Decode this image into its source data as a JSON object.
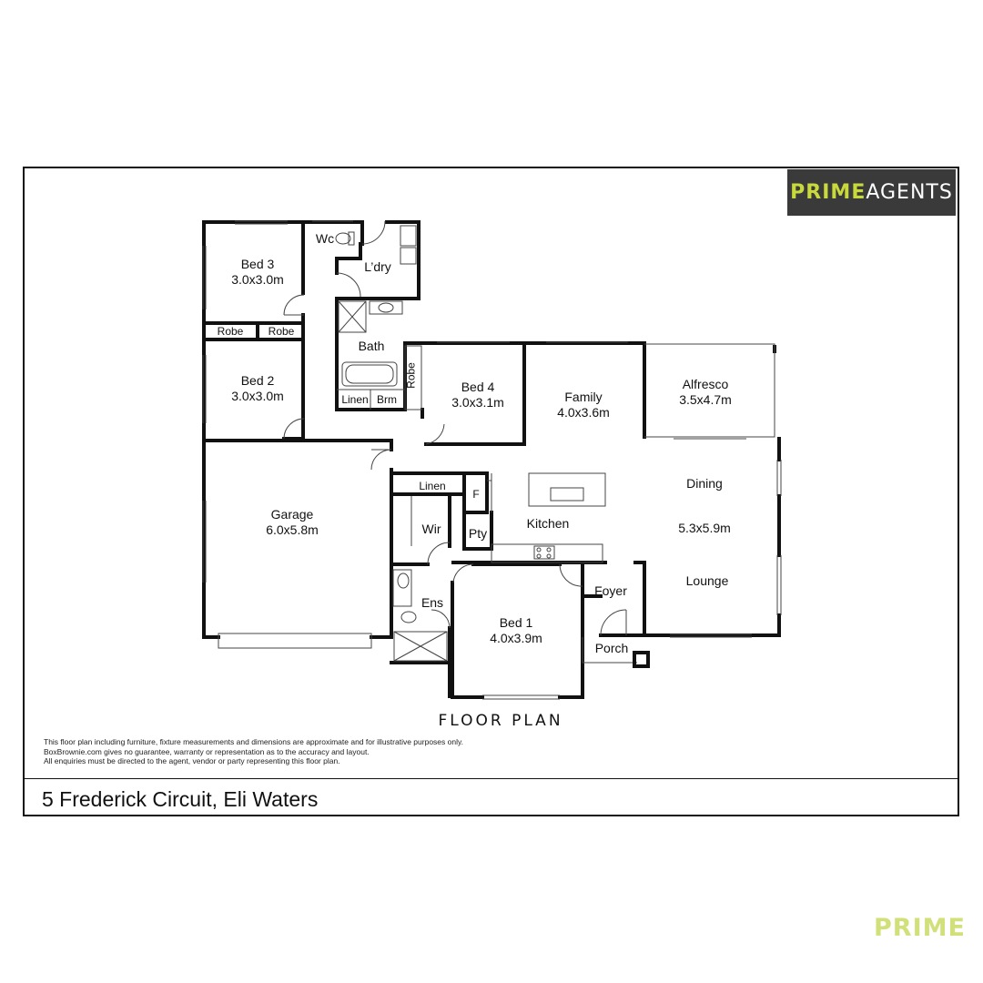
{
  "logo": {
    "bold": "PRIME",
    "light": "AGENTS"
  },
  "rooms": {
    "bed3": {
      "name": "Bed 3",
      "size": "3.0x3.0m"
    },
    "wc": {
      "name": "Wc"
    },
    "ldry": {
      "name": "L’dry"
    },
    "robe_a": {
      "name": "Robe"
    },
    "robe_b": {
      "name": "Robe"
    },
    "bath": {
      "name": "Bath"
    },
    "bed2": {
      "name": "Bed 2",
      "size": "3.0x3.0m"
    },
    "linen_bath": {
      "name": "Linen"
    },
    "brm": {
      "name": "Brm"
    },
    "robe_bed4": {
      "name": "Robe"
    },
    "bed4": {
      "name": "Bed 4",
      "size": "3.0x3.1m"
    },
    "family": {
      "name": "Family",
      "size": "4.0x3.6m"
    },
    "alfresco": {
      "name": "Alfresco",
      "size": "3.5x4.7m"
    },
    "garage": {
      "name": "Garage",
      "size": "6.0x5.8m"
    },
    "linen_hall": {
      "name": "Linen"
    },
    "fridge": {
      "name": "F"
    },
    "wir": {
      "name": "Wir"
    },
    "pty": {
      "name": "Pty"
    },
    "kitchen": {
      "name": "Kitchen"
    },
    "dining": {
      "name": "Dining",
      "size": "5.3x5.9m"
    },
    "lounge": {
      "name": "Lounge"
    },
    "ens": {
      "name": "Ens"
    },
    "bed1": {
      "name": "Bed 1",
      "size": "4.0x3.9m"
    },
    "foyer": {
      "name": "Foyer"
    },
    "porch": {
      "name": "Porch"
    }
  },
  "plan_title": "FLOOR PLAN",
  "disclaimer": [
    "This floor plan including furniture, fixture measurements and dimensions are approximate and for illustrative purposes only.",
    "BoxBrownie.com gives no guarantee, warranty or representation as to the accuracy and layout.",
    "All enquiries must be directed to the agent, vendor or party representing this floor plan."
  ],
  "address": "5 Frederick Circuit, Eli Waters",
  "brand": "PRIME"
}
